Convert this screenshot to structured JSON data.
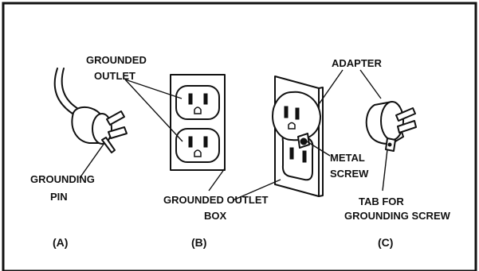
{
  "labels": {
    "grounded_outlet_line1": "GROUNDED",
    "grounded_outlet_line2": "OUTLET",
    "grounding_pin_line1": "GROUNDING",
    "grounding_pin_line2": "PIN",
    "outlet_box_line1": "GROUNDED OUTLET",
    "outlet_box_line2": "BOX",
    "adapter": "ADAPTER",
    "metal_screw_line1": "METAL",
    "metal_screw_line2": "SCREW",
    "tab_line1": "TAB FOR",
    "tab_line2": "GROUNDING SCREW"
  },
  "panels": {
    "a": "(A)",
    "b": "(B)",
    "c": "(C)"
  }
}
